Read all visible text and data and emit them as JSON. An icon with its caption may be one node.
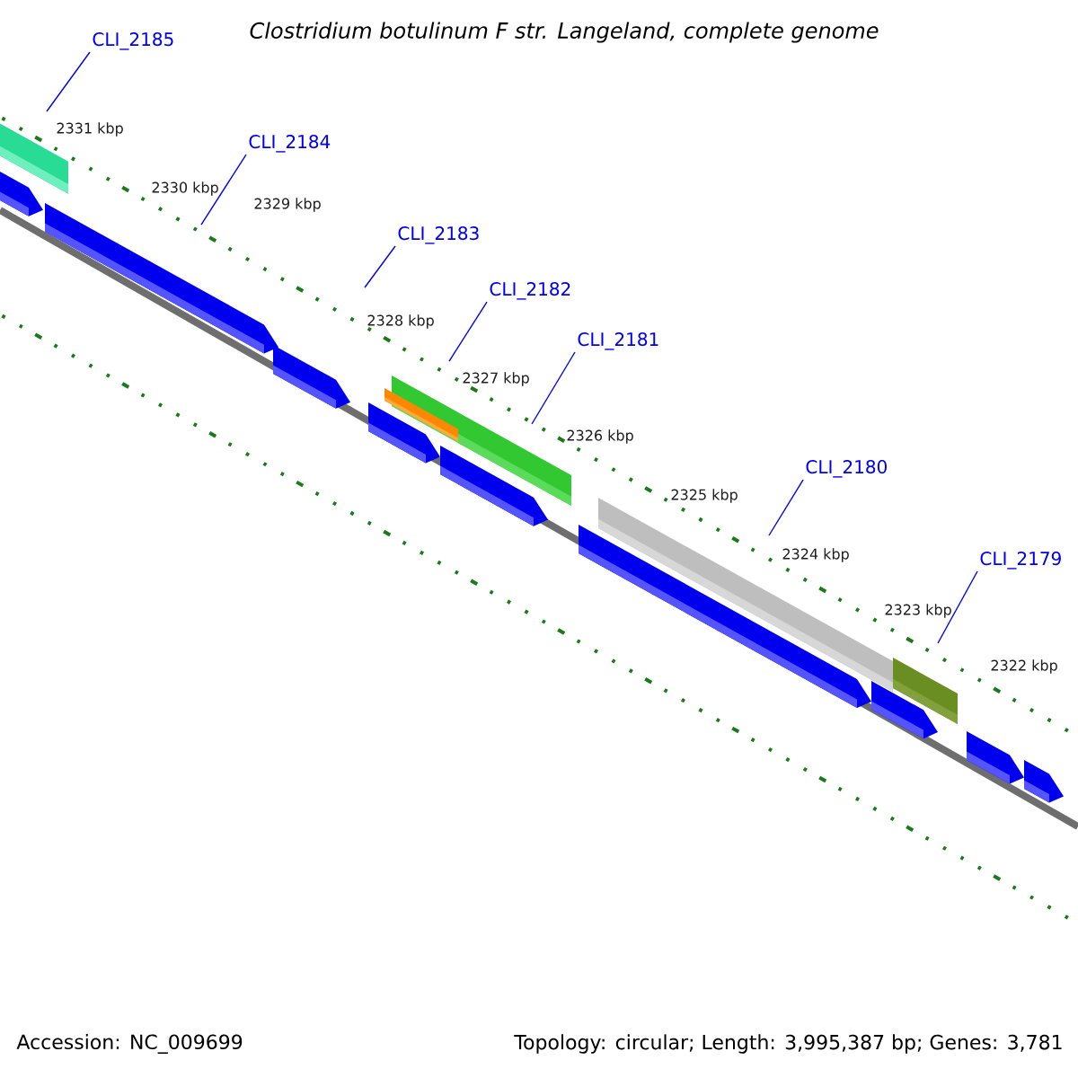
{
  "diagram": {
    "title": "Clostridium botulinum F str. Langeland, complete genome",
    "nodes": [
      {
        "text": [
          "CLI_2185"
        ]
      },
      {
        "text": [
          "CLI_2184"
        ]
      },
      {
        "text": [
          "CLI_2183"
        ]
      },
      {
        "text": [
          "CLI_2182"
        ]
      },
      {
        "text": [
          "CLI_2181"
        ]
      },
      {
        "text": [
          "CLI_2180"
        ]
      },
      {
        "text": [
          "CLI_2179"
        ]
      }
    ],
    "edges": [
      {
        "from": 0,
        "to": null,
        "arrow": "none"
      },
      {
        "from": 1,
        "to": null,
        "arrow": "none"
      },
      {
        "from": 2,
        "to": null,
        "arrow": "none"
      },
      {
        "from": 3,
        "to": null,
        "arrow": "none"
      },
      {
        "from": 4,
        "to": null,
        "arrow": "none"
      },
      {
        "from": 5,
        "to": null,
        "arrow": "none"
      },
      {
        "from": 6,
        "to": null,
        "arrow": "none"
      }
    ],
    "labels": [
      "2331 kbp",
      "2330 kbp",
      "2329 kbp",
      "2328 kbp",
      "2327 kbp",
      "2326 kbp",
      "2325 kbp",
      "2324 kbp",
      "2323 kbp",
      "2322 kbp",
      "Accession: NC_009699",
      "Topology: circular; Length: 3,995,387 bp; Genes: 3,781"
    ]
  }
}
